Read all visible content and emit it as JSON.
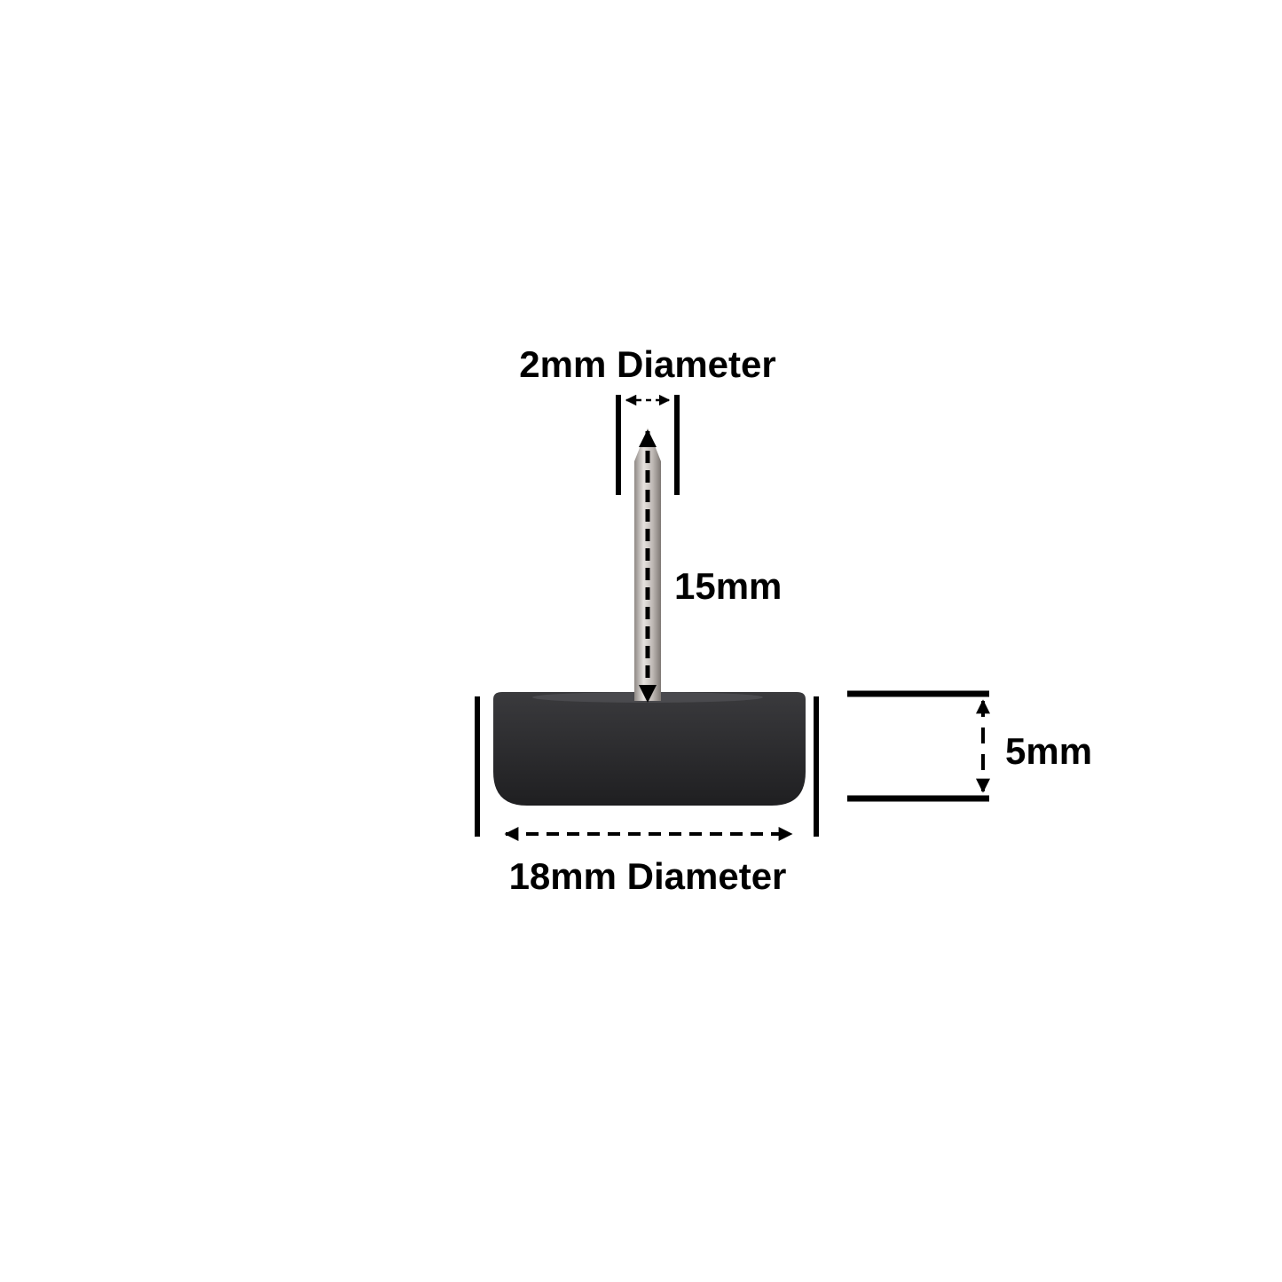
{
  "dimensions": {
    "pin_diameter": "2mm Diameter",
    "pin_length": "15mm",
    "base_height": "5mm",
    "base_diameter": "18mm Diameter"
  },
  "colors": {
    "ink": "#000000",
    "base": "#2b2b2e",
    "pin": "#c9c3c0",
    "background": "#ffffff"
  }
}
